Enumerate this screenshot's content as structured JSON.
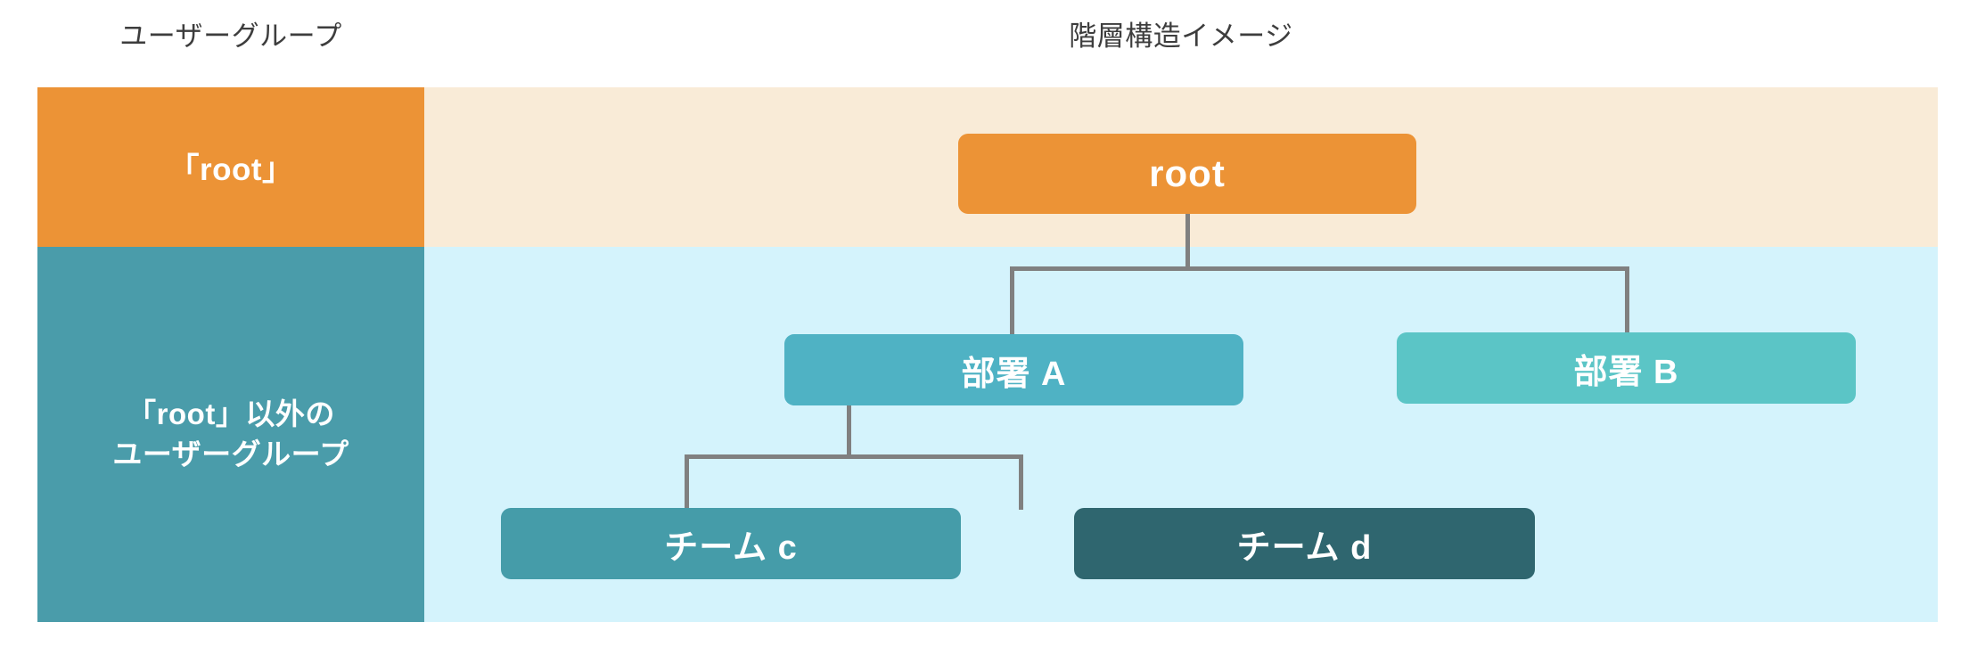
{
  "headers": {
    "usergroup": "ユーザーグループ",
    "hierarchy": "階層構造イメージ"
  },
  "rows": [
    {
      "id": "root-row",
      "label": "「root」",
      "label_lines": [
        "「root」"
      ],
      "label_bg": "#EC9336",
      "canvas_bg": "#F9EBD7"
    },
    {
      "id": "other-row",
      "label": "「root」以外の ユーザーグループ",
      "label_lines": [
        "「root」以外の",
        "ユーザーグループ"
      ],
      "label_bg": "#4A9CAA",
      "canvas_bg": "#D4F3FC"
    }
  ],
  "tree": {
    "nodes": [
      {
        "id": "root",
        "label": "root",
        "level": 0,
        "color": "#EC9336"
      },
      {
        "id": "dept-a",
        "label": "部署 A",
        "level": 1,
        "color": "#4FB2C4"
      },
      {
        "id": "dept-b",
        "label": "部署 B",
        "level": 1,
        "color": "#5BC5C6"
      },
      {
        "id": "team-c",
        "label": "チーム c",
        "level": 2,
        "color": "#459CA9"
      },
      {
        "id": "team-d",
        "label": "チーム d",
        "level": 2,
        "color": "#2F666F"
      }
    ],
    "edges": [
      {
        "from": "root",
        "to": "dept-a"
      },
      {
        "from": "root",
        "to": "dept-b"
      },
      {
        "from": "dept-a",
        "to": "team-c"
      },
      {
        "from": "dept-a",
        "to": "team-d"
      }
    ],
    "connector_color": "#808080"
  },
  "colors": {
    "page_bg": "#FFFFFF",
    "header_text": "#3D3D3D",
    "node_text": "#FFFFFF"
  }
}
